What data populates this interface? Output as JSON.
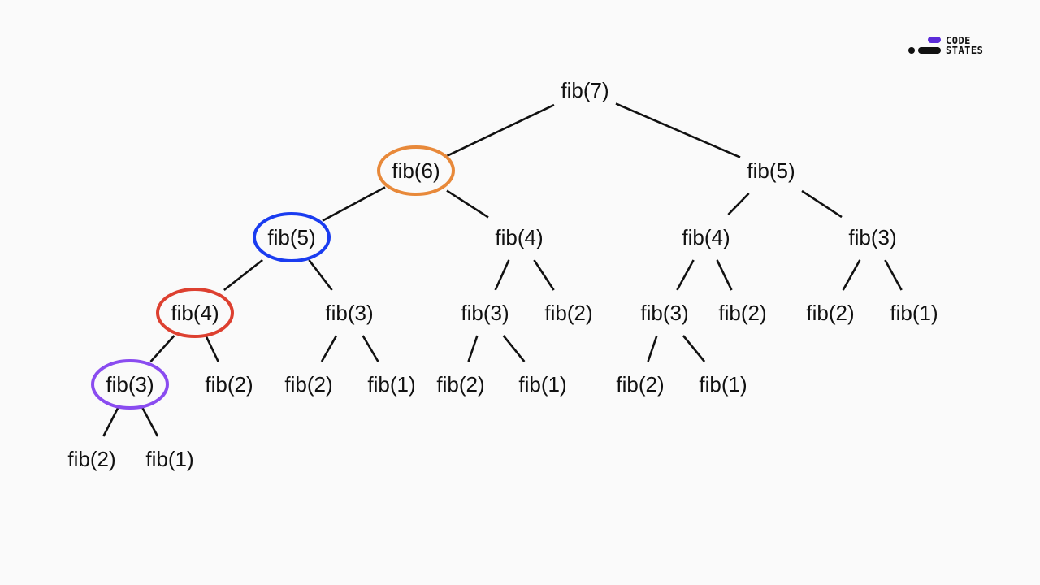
{
  "logo": {
    "line1": "CODE",
    "line2": "STATES"
  },
  "tree": {
    "nodes": [
      {
        "id": "n7",
        "label": "fib(7)"
      },
      {
        "id": "n6",
        "label": "fib(6)",
        "highlight": "#e8893a"
      },
      {
        "id": "n5r",
        "label": "fib(5)"
      },
      {
        "id": "n5",
        "label": "fib(5)",
        "highlight": "#1a3cf0"
      },
      {
        "id": "n4a",
        "label": "fib(4)"
      },
      {
        "id": "n4b",
        "label": "fib(4)"
      },
      {
        "id": "n3a",
        "label": "fib(3)"
      },
      {
        "id": "n4",
        "label": "fib(4)",
        "highlight": "#dd4030"
      },
      {
        "id": "n3b",
        "label": "fib(3)"
      },
      {
        "id": "n3c",
        "label": "fib(3)"
      },
      {
        "id": "n2a",
        "label": "fib(2)"
      },
      {
        "id": "n3d",
        "label": "fib(3)"
      },
      {
        "id": "n2b",
        "label": "fib(2)"
      },
      {
        "id": "n2c",
        "label": "fib(2)"
      },
      {
        "id": "n1a",
        "label": "fib(1)"
      },
      {
        "id": "n3",
        "label": "fib(3)",
        "highlight": "#8a4cf0"
      },
      {
        "id": "n2d",
        "label": "fib(2)"
      },
      {
        "id": "n2e",
        "label": "fib(2)"
      },
      {
        "id": "n1b",
        "label": "fib(1)"
      },
      {
        "id": "n2f",
        "label": "fib(2)"
      },
      {
        "id": "n1c",
        "label": "fib(1)"
      },
      {
        "id": "n2g",
        "label": "fib(2)"
      },
      {
        "id": "n1d",
        "label": "fib(1)"
      },
      {
        "id": "n2h",
        "label": "fib(2)"
      },
      {
        "id": "n1e",
        "label": "fib(1)"
      }
    ],
    "edges": [
      [
        "n7",
        "n6"
      ],
      [
        "n7",
        "n5r"
      ],
      [
        "n6",
        "n5"
      ],
      [
        "n6",
        "n4a"
      ],
      [
        "n5r",
        "n4b"
      ],
      [
        "n5r",
        "n3a"
      ],
      [
        "n5",
        "n4"
      ],
      [
        "n5",
        "n3b"
      ],
      [
        "n4a",
        "n3c"
      ],
      [
        "n4a",
        "n2a"
      ],
      [
        "n4b",
        "n3d"
      ],
      [
        "n4b",
        "n2b"
      ],
      [
        "n3a",
        "n2c"
      ],
      [
        "n3a",
        "n1a"
      ],
      [
        "n4",
        "n3"
      ],
      [
        "n4",
        "n2d"
      ],
      [
        "n3b",
        "n2e"
      ],
      [
        "n3b",
        "n1b"
      ],
      [
        "n3c",
        "n2f"
      ],
      [
        "n3c",
        "n1c"
      ],
      [
        "n3d",
        "n2g"
      ],
      [
        "n3d",
        "n1d"
      ],
      [
        "n3",
        "n2h"
      ],
      [
        "n3",
        "n1e"
      ]
    ]
  }
}
